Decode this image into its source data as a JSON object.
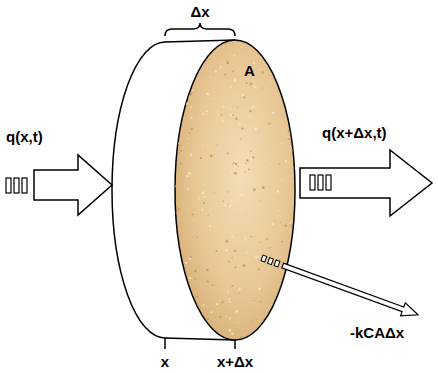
{
  "diagram": {
    "labels": [
      "Δx",
      "q(x,t)",
      "A",
      "q(x+Δx,t)",
      "-kCAΔx",
      "x",
      "x+Δx"
    ]
  }
}
